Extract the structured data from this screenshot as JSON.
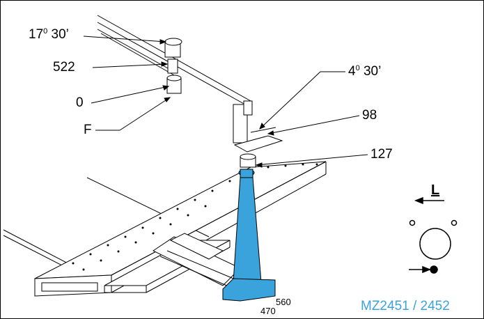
{
  "labels": {
    "angle_top_deg": "17",
    "angle_top_sup": "0",
    "angle_top_min": "30’",
    "value_522": "522",
    "value_0": "0",
    "value_F": "F",
    "angle_right_deg": "4",
    "angle_right_sup": "0",
    "angle_right_min": "30’",
    "value_98": "98",
    "value_127": "127",
    "value_560": "560",
    "value_470": "470",
    "direction_letter": "L",
    "reference_code": "MZ2451 / 2452"
  },
  "colors": {
    "column": "#3aa3dc",
    "reference_code": "#3aa3dc",
    "line": "#000000"
  }
}
